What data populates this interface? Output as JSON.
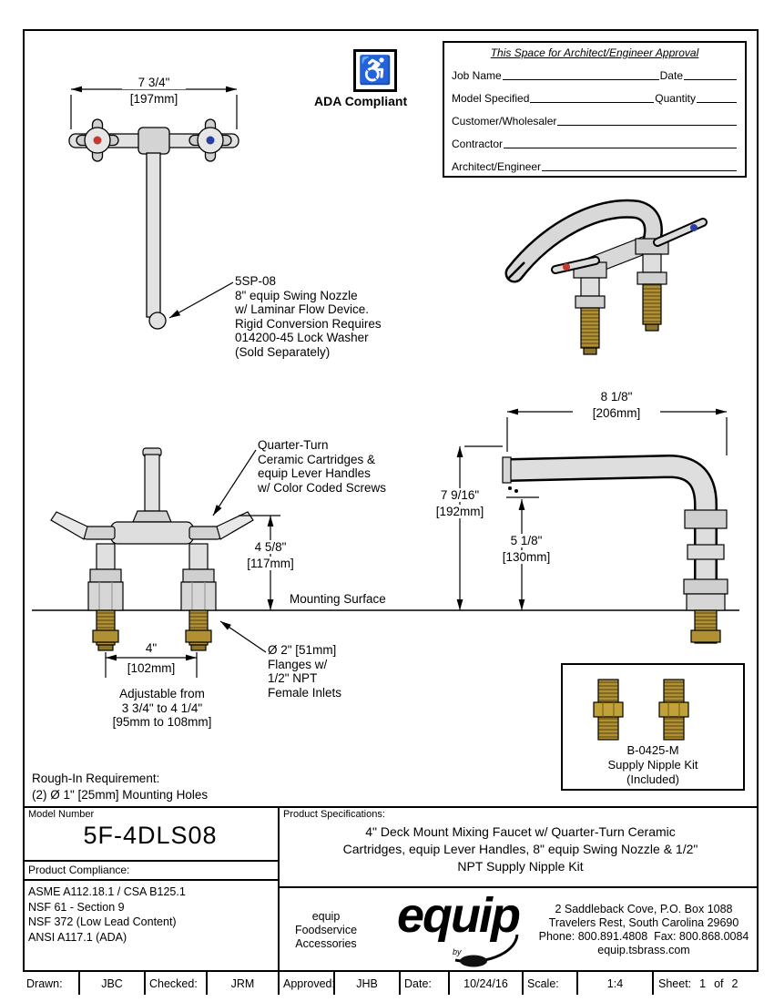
{
  "colors": {
    "line": "#000000",
    "metal": "#dedede",
    "brass": "#b09032",
    "hot_screw_red": "#c23b33",
    "cold_screw_blue": "#2a3f9f"
  },
  "ada": {
    "symbol": "♿",
    "label": "ADA Compliant"
  },
  "approval": {
    "title": "This Space for Architect/Engineer Approval",
    "rows": [
      {
        "label": "Job Name",
        "label2": "Date"
      },
      {
        "label": "Model Specified",
        "label2": "Quantity"
      },
      {
        "label": "Customer/Wholesaler"
      },
      {
        "label": "Contractor"
      },
      {
        "label": "Architect/Engineer"
      }
    ]
  },
  "drawings": {
    "nozzle_callout": "5SP-08\n8\" equip Swing Nozzle\nw/ Laminar Flow Device.\nRigid Conversion Requires\n014200-45 Lock Washer\n(Sold Separately)",
    "cartridge_callout": "Quarter-Turn\nCeramic Cartridges &\nequip Lever Handles\nw/ Color Coded Screws",
    "flange_callout": "Ø 2\" [51mm]\nFlanges w/\n1/2\" NPT\nFemale Inlets",
    "adjustable_note": "Adjustable from\n3 3/4\" to 4 1/4\"\n[95mm to 108mm]",
    "mounting_surface": "Mounting Surface",
    "rough_in_title": "Rough-In Requirement:",
    "rough_in_detail": "(2) Ø 1\" [25mm] Mounting Holes",
    "dims": {
      "spread": {
        "in": "7 3/4\"",
        "mm": "[197mm]"
      },
      "deck_height": {
        "in": "4 5/8\"",
        "mm": "[117mm]"
      },
      "centers": {
        "in": "4\"",
        "mm": "[102mm]"
      },
      "reach": {
        "in": "8 1/8\"",
        "mm": "[206mm]"
      },
      "height": {
        "in": "7 9/16\"",
        "mm": "[192mm]"
      },
      "outlet": {
        "in": "5 1/8\"",
        "mm": "[130mm]"
      }
    },
    "supply_kit": {
      "model": "B-0425-M",
      "name": "Supply Nipple Kit",
      "note": "(Included)"
    }
  },
  "title_block": {
    "model_label": "Model Number",
    "model_number": "5F-4DLS08",
    "compliance_label": "Product Compliance:",
    "compliance": [
      "ASME A112.18.1 / CSA B125.1",
      "NSF 61 - Section 9",
      "NSF 372 (Low Lead Content)",
      "ANSI A117.1 (ADA)"
    ],
    "specs_label": "Product Specifications:",
    "specs_text": "4\" Deck Mount Mixing Faucet w/ Quarter-Turn Ceramic\nCartridges, equip Lever Handles, 8\" equip Swing Nozzle & 1/2\"\nNPT Supply Nipple Kit",
    "brand_small": "equip\nFoodservice\nAccessories",
    "logo_text": "equip",
    "logo_by": "by",
    "address": "2 Saddleback Cove, P.O. Box 1088\nTravelers Rest, South Carolina 29690\nPhone: 800.891.4808  Fax: 800.868.0084\nequip.tsbrass.com"
  },
  "footer": {
    "drawn_label": "Drawn:",
    "drawn": "JBC",
    "checked_label": "Checked:",
    "checked": "JRM",
    "approved_label": "Approved:",
    "approved": "JHB",
    "date_label": "Date:",
    "date": "10/24/16",
    "scale_label": "Scale:",
    "scale": "1:4",
    "sheet_label": "Sheet:",
    "sheet_page": "1",
    "sheet_of": "of",
    "sheet_total": "2"
  }
}
